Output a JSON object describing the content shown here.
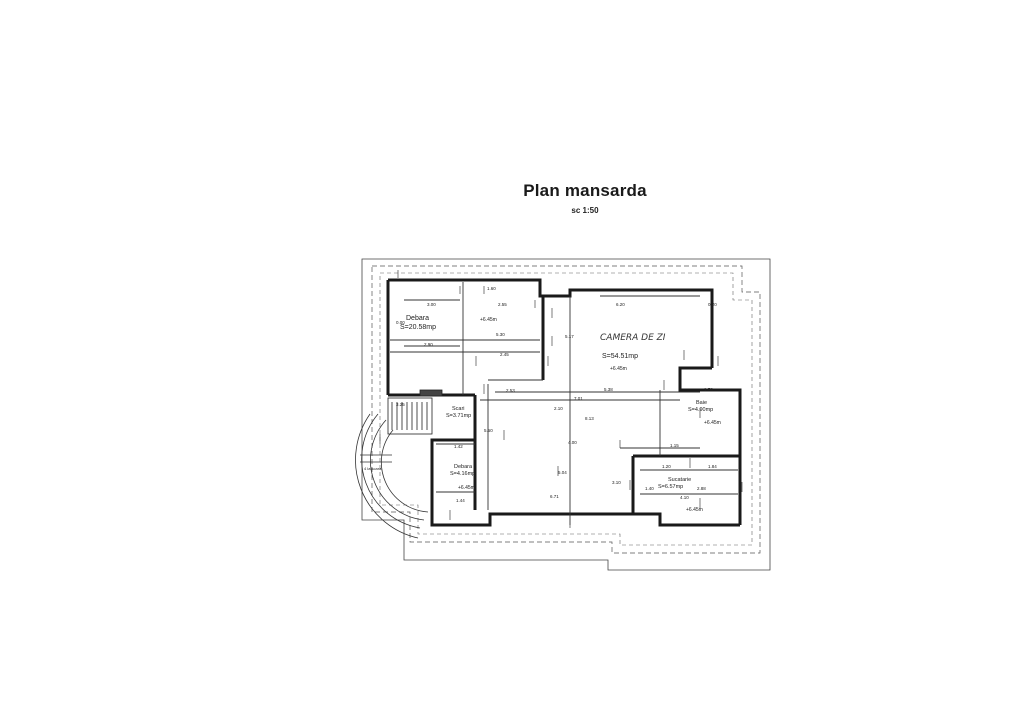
{
  "header": {
    "title": "Plan mansarda",
    "scale": "sc 1:50"
  },
  "rooms": [
    {
      "name": "Debara",
      "area": "S=20.58mp"
    },
    {
      "name": "CAMERA DE ZI",
      "area": "S=54.51mp",
      "level": "+6.45m"
    },
    {
      "name": "Baie",
      "area": "S=4.90mp",
      "level": "+6.45m"
    },
    {
      "name": "Scari",
      "area": "S=3.71mp"
    },
    {
      "name": "Debara",
      "area": "S=4.16mp",
      "level": "+6.45m"
    },
    {
      "name": "Sucatarie",
      "area": "S=6.57mp",
      "level": "+6.45m"
    }
  ],
  "levels": {
    "top_corridor": "+6.45m"
  },
  "dimensions": {
    "d_300": "3.00",
    "d_160": "1.60",
    "d_255": "2.55",
    "d_620": "6.20",
    "d_020": "0.20",
    "d_530": "5.30",
    "d_290": "2.90",
    "d_245": "2.45",
    "d_253": "2.53",
    "d_701": "7.01",
    "d_538": "5.38",
    "d_178": "1.78",
    "d_325": "3.25",
    "d_142": "1.42",
    "d_144": "1.44",
    "d_671": "6.71",
    "d_120": "1.20",
    "d_184": "1.84",
    "d_140": "1.40",
    "d_288": "2.88",
    "d_410": "4.10",
    "d_115": "1.15",
    "d_517": "5.17",
    "d_813": "8.13",
    "d_400": "4.00",
    "d_310": "3.10",
    "d_504": "5.04",
    "d_210": "2.10",
    "d_550": "5.50",
    "d_000": "0.00"
  },
  "stair_note": "4 la scara"
}
